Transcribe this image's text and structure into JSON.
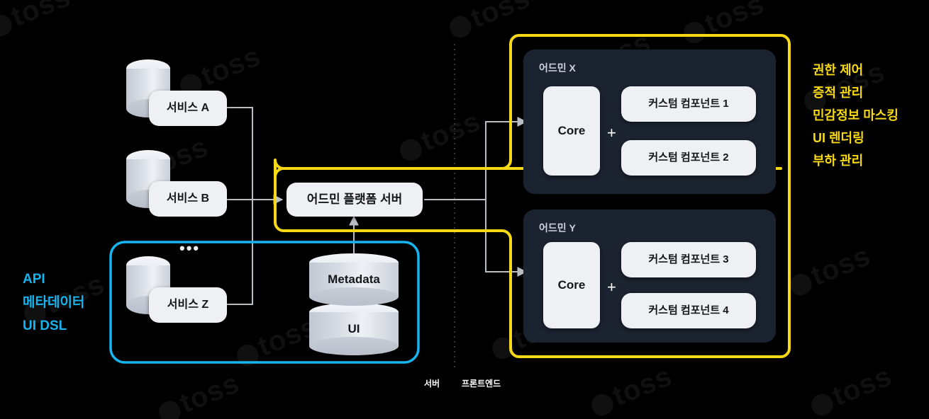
{
  "theme": {
    "background": "#000000",
    "accent_yellow": "#f7d917",
    "accent_blue": "#17b5ef",
    "wire_gray": "#b9bdc4",
    "panel_dark": "#1b2330",
    "card_light": "#eef0f3"
  },
  "watermark": {
    "text": "toss"
  },
  "left_legend": {
    "color": "#17b5ef",
    "items": [
      "API",
      "메타데이터",
      "UI DSL"
    ]
  },
  "right_legend": {
    "color": "#f7d917",
    "items": [
      "권한 제어",
      "증적 관리",
      "민감정보 마스킹",
      "UI 렌더링",
      "부하 관리"
    ]
  },
  "services": [
    {
      "label": "서비스 A"
    },
    {
      "label": "서비스 B"
    },
    {
      "label": "서비스 Z"
    }
  ],
  "ellipsis": "•••",
  "server": {
    "label": "어드민 플랫폼 서버"
  },
  "datastores": [
    {
      "label": "Metadata"
    },
    {
      "label": "UI"
    }
  ],
  "admins": [
    {
      "title": "어드민 X",
      "core_label": "Core",
      "plus": "+",
      "components": [
        "커스텀 컴포넌트 1",
        "커스텀 컴포넌트 2"
      ]
    },
    {
      "title": "어드민 Y",
      "core_label": "Core",
      "plus": "+",
      "components": [
        "커스텀 컴포넌트 3",
        "커스텀 컴포넌트 4"
      ]
    }
  ],
  "divider_labels": {
    "left": "서버",
    "right": "프론트엔드"
  }
}
